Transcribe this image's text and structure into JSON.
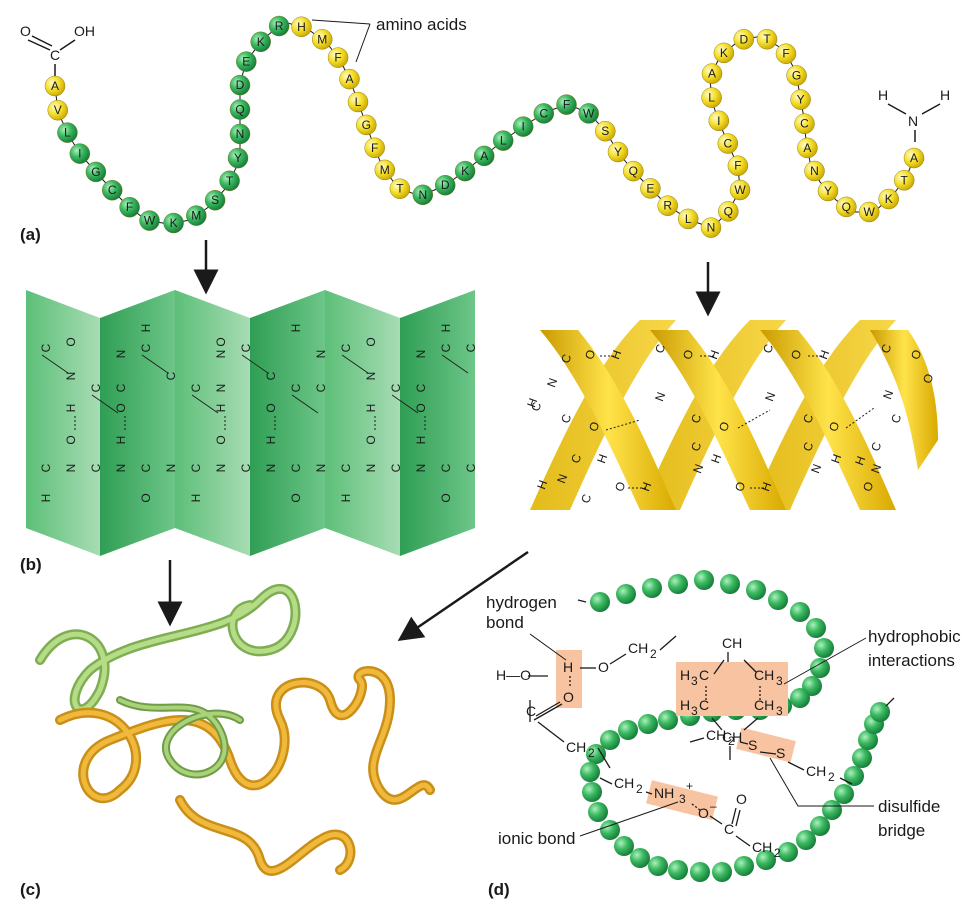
{
  "panels": {
    "a": "(a)",
    "b": "(b)",
    "c": "(c)",
    "d": "(d)"
  },
  "colors": {
    "green": "#2fa85a",
    "yellow": "#f4dc1e",
    "sheet": "#5fbf7c",
    "helix": "#f2c200",
    "highlight": "#f7c3a0",
    "bead": "#3dba62"
  },
  "primary": {
    "amino_label": "amino acids",
    "sequence": [
      "A",
      "V",
      "L",
      "I",
      "G",
      "C",
      "F",
      "W",
      "K",
      "M",
      "S",
      "T",
      "Y",
      "N",
      "Q",
      "D",
      "E",
      "K",
      "R",
      "H",
      "M",
      "F",
      "A",
      "L",
      "G",
      "F",
      "M",
      "T",
      "N",
      "D",
      "K",
      "A",
      "L",
      "I",
      "C",
      "F",
      "W",
      "S",
      "Y",
      "Q",
      "E",
      "R",
      "L",
      "N",
      "Q",
      "W",
      "F",
      "C",
      "I",
      "L",
      "A",
      "K",
      "D",
      "T",
      "F",
      "G",
      "Y",
      "C",
      "A",
      "N",
      "Y",
      "Q",
      "W",
      "K",
      "T",
      "A"
    ],
    "color_class": [
      "y",
      "y",
      "g",
      "g",
      "g",
      "g",
      "g",
      "g",
      "g",
      "g",
      "g",
      "g",
      "g",
      "g",
      "g",
      "g",
      "g",
      "g",
      "g",
      "y",
      "y",
      "y",
      "y",
      "y",
      "y",
      "y",
      "y",
      "y",
      "g",
      "g",
      "g",
      "g",
      "g",
      "g",
      "g",
      "g",
      "g",
      "y",
      "y",
      "y",
      "y",
      "y",
      "y",
      "y",
      "y",
      "y",
      "y",
      "y",
      "y",
      "y",
      "y",
      "y",
      "y",
      "y",
      "y",
      "y",
      "y",
      "y",
      "y",
      "y",
      "y",
      "y",
      "y",
      "y",
      "y",
      "y"
    ],
    "cooh": {
      "o": "O",
      "oh": "OH",
      "c": "C"
    },
    "nh2": {
      "h1": "H",
      "h2": "H",
      "n": "N"
    }
  },
  "sheet": {
    "top_row": [
      "C",
      "C",
      "N",
      "C",
      "C",
      "N",
      "C",
      "C",
      "N",
      "C",
      "C",
      "N",
      "C",
      "C",
      "N",
      "C",
      "C",
      "N",
      "C",
      "C"
    ],
    "labels": {
      "h": "H",
      "o": "O",
      "c": "C",
      "n": "N"
    }
  },
  "helix": {
    "labels": {
      "h": "H",
      "o": "O",
      "c": "C",
      "n": "N"
    }
  },
  "tertiary": {
    "hydrogen_bond": [
      "hydrogen",
      "bond"
    ],
    "hydrophobic": [
      "hydrophobic",
      "interactions"
    ],
    "disulfide": [
      "disulfide",
      "bridge"
    ],
    "ionic": "ionic bond",
    "groups": {
      "h": "H",
      "o": "O",
      "ho": "H—O",
      "c": "C",
      "ch": "CH",
      "ch2": "CH",
      "sub2": "2",
      "h3c": "H",
      "sub3": "3",
      "ch3": "CH",
      "s": "S",
      "nh3": "NH",
      "plus": "+",
      "minus": "–"
    }
  }
}
